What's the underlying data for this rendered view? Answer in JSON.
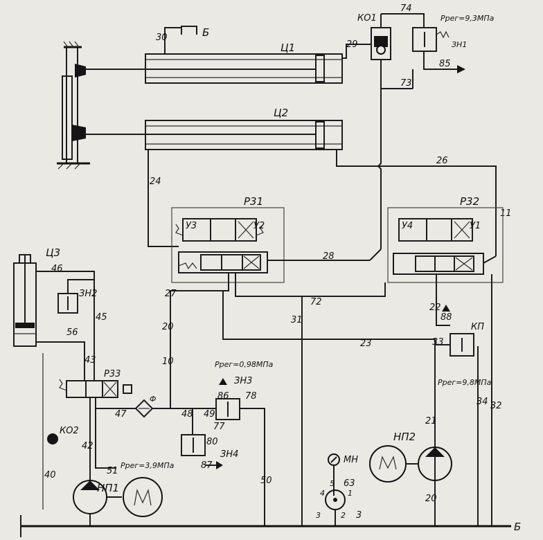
{
  "components": {
    "cyl_c1": "Ц1",
    "cyl_c2": "Ц2",
    "cyl_c3": "Ц3",
    "ko1": "КО1",
    "zn1": "ЗН1",
    "zn2": "ЗН2",
    "zn3": "ЗН3",
    "zn4": "ЗН4",
    "rz1": "Р31",
    "rz2": "Р32",
    "rz3": "Р33",
    "kp": "КП",
    "np1": "НП1",
    "np2": "НП2",
    "mn": "МН",
    "b_top": "Б",
    "b_bottom": "Б",
    "filter": "Ф",
    "kd2": "КО2"
  },
  "coils": {
    "y1": "У1",
    "y2": "У2",
    "y3": "У3",
    "y4": "У4"
  },
  "settings": {
    "zn1": "Ррег=9,3МПа",
    "zn3": "Ррег=0,98МПа",
    "zn4": "Ррег=3,9МПа",
    "kp": "Ррег=9,8МПа"
  },
  "lines": {
    "l30": "30",
    "l29": "29",
    "l74": "74",
    "l73": "73",
    "l85": "85",
    "l24": "24",
    "l26": "26",
    "l28": "28",
    "l11": "11",
    "l27": "27",
    "l72": "72",
    "l31": "31",
    "l23": "23",
    "l22": "22",
    "l33": "33",
    "l88": "88",
    "l34": "34",
    "l32": "32",
    "l21": "21",
    "l20": "20",
    "l10": "10",
    "l46": "46",
    "l45": "45",
    "l56": "56",
    "l43": "43",
    "l47": "47",
    "l48": "48",
    "l49": "49",
    "l77": "77",
    "l86": "86",
    "l78": "78",
    "l80": "80",
    "l87": "87",
    "l50": "50",
    "l42": "42",
    "l51": "51",
    "l40": "40",
    "l63": "63",
    "l3": "3"
  },
  "gauge_ports": {
    "p1": "1",
    "p2": "2",
    "p3": "3",
    "p4": "4",
    "p5": "5"
  }
}
